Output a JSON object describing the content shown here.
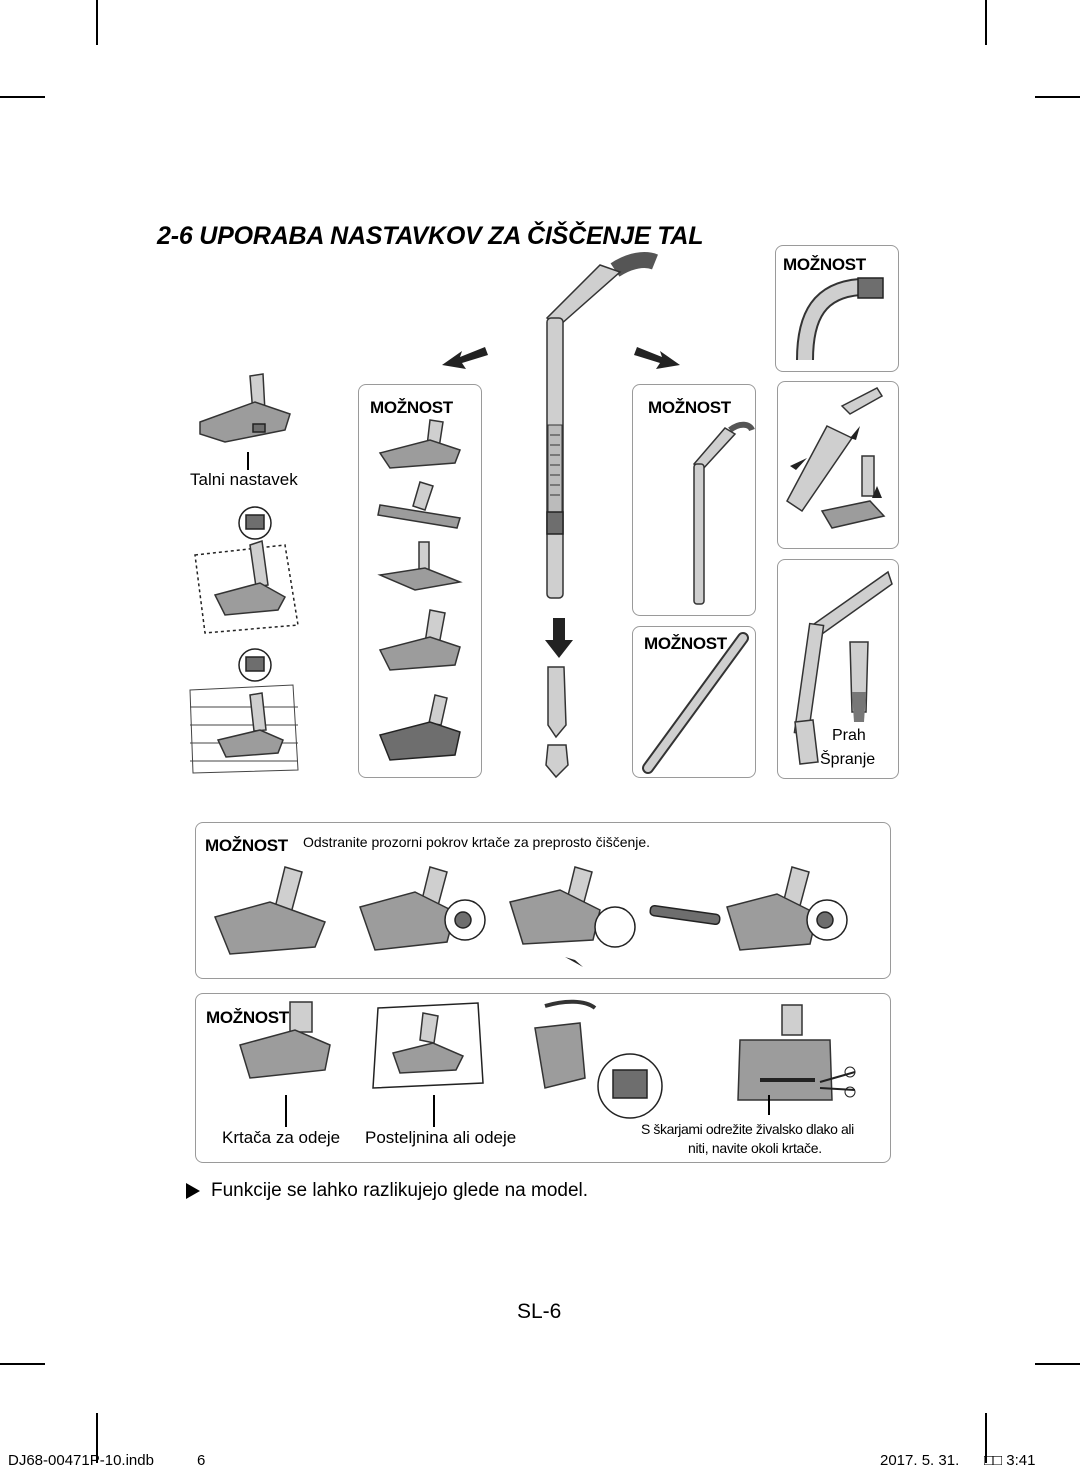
{
  "section": {
    "title": "2-6 UPORABA NASTAVKOV ZA ČIŠČENJE TAL"
  },
  "option_label": "MOŽNOST",
  "labels": {
    "floor_nozzle": "Talni nastavek",
    "dust": "Prah",
    "crevice": "Špranje",
    "cleaning_note": "Odstranite prozorni pokrov krtače za preprosto čiščenje.",
    "clothes_brush": "Krtača za odeje",
    "bedding": "Posteljnina ali odeje",
    "scissors_line1": "S škarjami odrežite živalsko dlako ali",
    "scissors_line2": "niti, navite okoli krtače."
  },
  "note": "Funkcije se lahko razlikujejo glede na model.",
  "page_number": "SL-6",
  "footer": {
    "file": "DJ68-00471P-10.indb",
    "page": "6",
    "date": "2017. 5. 31.",
    "time": "□□ 3:41"
  },
  "icons": {
    "bullet": "triangle-right-icon"
  }
}
